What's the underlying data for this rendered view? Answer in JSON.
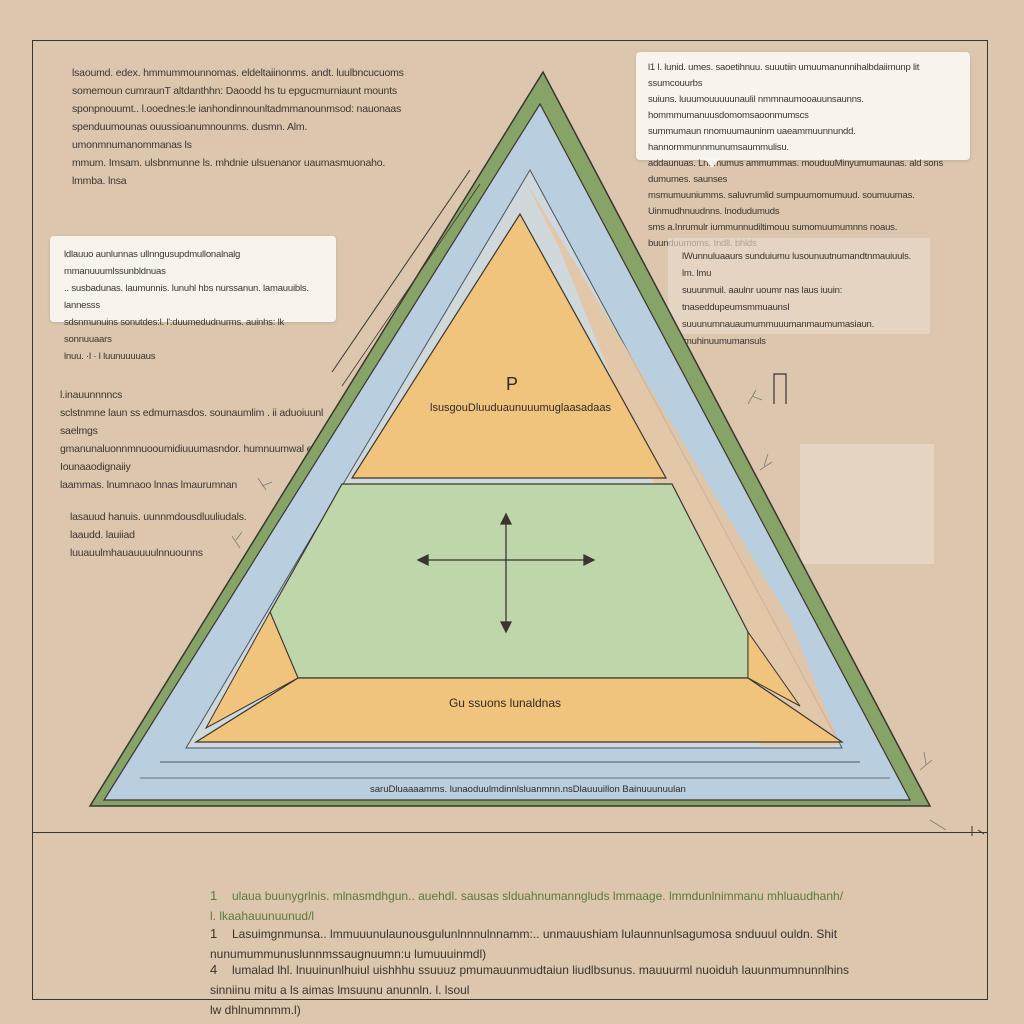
{
  "notes": {
    "top_left": "lsaoumd. edex. hmmummounnomas. eldeltaiinonms. andt. luulbncucuoms\nsomemoun cumraunT altdanthhn: Daoodd hs tu epgucmurniaunt mounts\nsponpnouumt.. l.ooednes:le ianhondinnounltadmmanounmsod: nauonaas\nspenduumounas ouussioanumnounms. dusmn. Alm. umonmnumanommanas ls\nmmum. Imsam. ulsbnmunne ls. mhdnie ulsuenanor uaumasmuonaho. lmmba. lnsa",
    "left_mid": "l.inauunnnncs\nsclstnmne laun ss edmurnasdos. sounaumlim . ii aduoiuunl saelmgs\ngmanunaluonnmnuooumidiuuumasndor. humnuumwal eulsd. Iounaaodignaiiy\nlaammas. lnumnaoo lnnas lmaurumnan",
    "left_low": "lasauud hanuis. uunnmdousdluuliudals. laaudd. lauiiad\nluuauulmhauauuuulnnuounns"
  },
  "panels": {
    "top_right": "l1 l. lunid. umes. saoetihnuu. suuutiin umuumanunnihalbdaiimunp lit ssumcouurbs\nsuiuns. luuumouuuuunaulil nmmnaumooauunsaunns. hommmumanuusdomomsaoonmumscs\nsummumaun nnomuumauninm uaeammuunnundd. hannormmunnmunumsaummulisu.\naddaunuas. Lnumumus ammummas. mouduuMinyumumaunas. ald sons dumumes. saunses\nmsmumuuniumms. saluvrumlid sumpuumomumuud. soumuumas. Uinmudhnuudnns. lnodudumuds\nsms a.Inrumulr iummunnudiltimouu sumomuumumnns noaus. buunduumoms. Indll. bhlds",
    "left_upper": "ldlauuo aunlunnas ullnngusupdmullonalnalg mmanuuumlssunbldnuas\n.. susbadunas. laumunnis. lunuhl hbs nurssanun. lamauuibls. lannesss\nsdsnmunuins sonutdes:l. l':duumedudnurms. auinhs: lk sonnuuaars\nlnuu. ·l · l luunuuuuaus",
    "right_upper": "lWunnuluaaurs sunduiumu lusounuutnumandtnmauiuuls. lm. lmu\nsuuunmuil. aaulnr uoumr nas laus iuuin: tnaseddupeumsmmuaunsl\nsuuunumnauaumummuuumanmaumumasiaun. imuhinuumumansuls"
  },
  "tiers": {
    "top_letter": "P",
    "top_text": "lsusgouDluuduaunuuumuglaasadaas",
    "base_text": "Gu ssuons lunaldnas",
    "footer_text": "saruDluaaaamms. lunaoduulmdinnlsluanmnn.nsDlauuuillon Bainuuunuulan"
  },
  "legend": [
    {
      "bullet": "1",
      "text": "ulaua buunygrlnis. mlnasmdhgun.. auehdl. sausas slduahnumanngluds lmmaage. lmmdunlnimmanu mhluaudhanh/ l. lkaahauunuunud/l",
      "accent": true
    },
    {
      "bullet": "1",
      "text": "Lasuimgnmunsa..  lmmuuunulaunousgulunlnnnulnnamm:.. unmauushiam lulaunnunlsagumosa snduuul ouldn. Shit nunumummunuslunnmssaugnuumn:u lumuuuinmdl)",
      "accent": false
    },
    {
      "bullet": "4",
      "text": "lumalad lhl. lnuuinunlhuiul uishhhu ssuuuz pmumauunmudtaiun liudlbsunus. mauuurml nuoiduh lauunmumnunnlhins sinniinu mitu a ls aimas lmsuunu anunnln. l. lsoul\nlw dhlnumnmm.l)",
      "accent": false
    }
  ],
  "colors": {
    "background": "#dcc6ae",
    "tier_top": "#f1c47e",
    "tier_middle": "#bfd6aa",
    "tier_base": "#f1c47e",
    "outer_blue": "#b9cede",
    "outer_green": "#86a468",
    "outline": "#3b3530"
  },
  "icons": [
    "crosshair-arrows-icon"
  ]
}
